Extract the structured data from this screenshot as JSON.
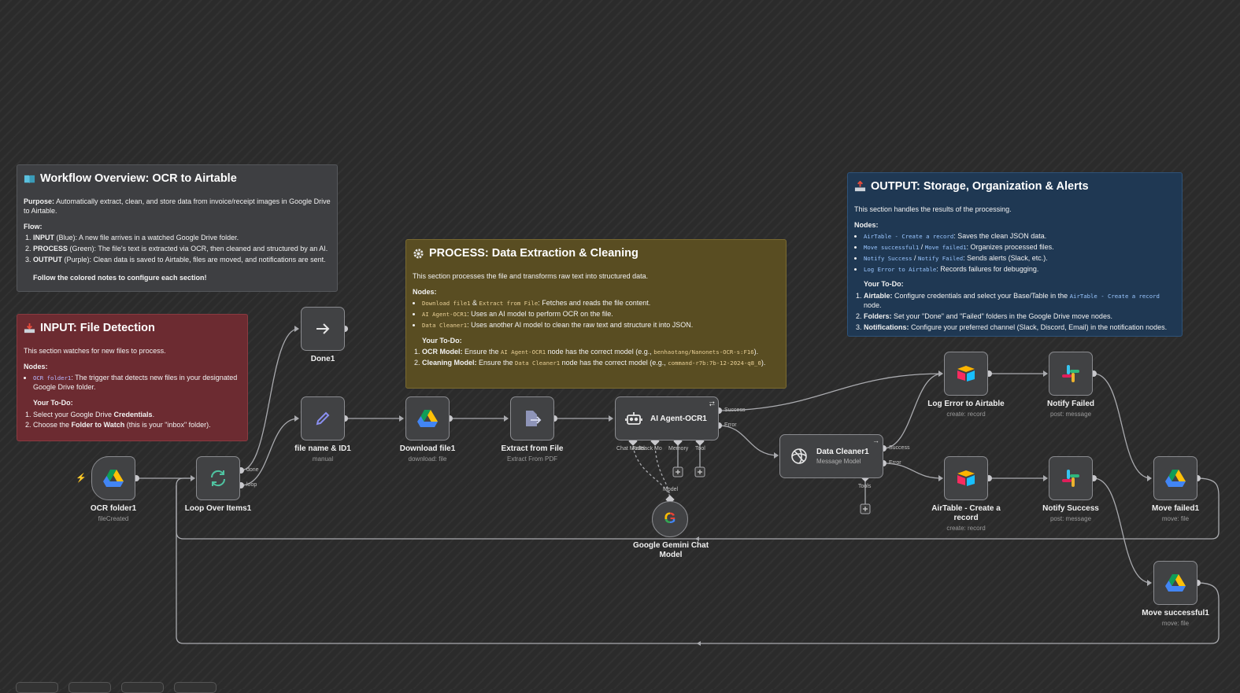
{
  "notes": {
    "overview": {
      "title": "Workflow Overview: OCR to Airtable",
      "purpose_label": "Purpose:",
      "purpose_text": " Automatically extract, clean, and store data from invoice/receipt images in Google Drive to Airtable.",
      "flow_label": "Flow:",
      "flow": [
        {
          "b": "INPUT",
          "t": " (Blue): A new file arrives in a watched Google Drive folder."
        },
        {
          "b": "PROCESS",
          "t": " (Green): The file's text is extracted via OCR, then cleaned and structured by an AI."
        },
        {
          "b": "OUTPUT",
          "t": " (Purple): Clean data is saved to Airtable, files are moved, and notifications are sent."
        }
      ],
      "footer": "Follow the colored notes to configure each section!"
    },
    "input": {
      "title": "INPUT: File Detection",
      "intro": "This section watches for new files to process.",
      "nodes_label": "Nodes:",
      "node_code": "OCR folder1",
      "node_text": ": The trigger that detects new files in your designated Google Drive folder.",
      "todo_label": "Your To-Do:",
      "todo1_a": "Select your Google Drive ",
      "todo1_b": "Credentials",
      "todo1_c": ".",
      "todo2_a": "Choose the ",
      "todo2_b": "Folder to Watch",
      "todo2_c": " (this is your \"inbox\" folder)."
    },
    "process": {
      "title": "PROCESS: Data Extraction & Cleaning",
      "intro": "This section processes the file and transforms raw text into structured data.",
      "nodes_label": "Nodes:",
      "n1_code_a": "Download file1",
      "n1_amp": " & ",
      "n1_code_b": "Extract from File",
      "n1_text": ": Fetches and reads the file content.",
      "n2_code": "AI Agent-OCR1",
      "n2_text": ": Uses an AI model to perform OCR on the file.",
      "n3_code": "Data Cleaner1",
      "n3_text": ": Uses another AI model to clean the raw text and structure it into JSON.",
      "todo_label": "Your To-Do:",
      "t1_b": "OCR Model:",
      "t1_a": " Ensure the ",
      "t1_code": "AI Agent-OCR1",
      "t1_mid": " node has the correct model (e.g., ",
      "t1_code2": "benhaotang/Nanonets-OCR-s:F16",
      "t1_end": ").",
      "t2_b": "Cleaning Model:",
      "t2_a": " Ensure the ",
      "t2_code": "Data Cleaner1",
      "t2_mid": " node has the correct model (e.g., ",
      "t2_code2": "command-r7b:7b-12-2024-q8_0",
      "t2_end": ")."
    },
    "output": {
      "title": "OUTPUT: Storage, Organization & Alerts",
      "intro": "This section handles the results of the processing.",
      "nodes_label": "Nodes:",
      "n1_code": "AirTable - Create a record",
      "n1_text": ": Saves the clean JSON data.",
      "n2_code_a": "Move successful1",
      "n2_sep": " / ",
      "n2_code_b": "Move failed1",
      "n2_text": ": Organizes processed files.",
      "n3_code_a": "Notify Success",
      "n3_sep": " / ",
      "n3_code_b": "Notify Failed",
      "n3_text": ": Sends alerts (Slack, etc.).",
      "n4_code": "Log Error to Airtable",
      "n4_text": ": Records failures for debugging.",
      "todo_label": "Your To-Do:",
      "t1_b": "Airtable:",
      "t1_a": " Configure credentials and select your Base/Table in the ",
      "t1_code": "AirTable - Create a record",
      "t1_end": " node.",
      "t2_b": "Folders:",
      "t2_a": " Set your \"Done\" and \"Failed\" folders in the Google Drive move nodes.",
      "t3_b": "Notifications:",
      "t3_a": " Configure your preferred channel (Slack, Discord, Email) in the notification nodes."
    }
  },
  "nodes": {
    "ocr_folder": {
      "title": "OCR folder1",
      "sub": "fileCreated",
      "icon": "google-drive-icon"
    },
    "loop": {
      "title": "Loop Over Items1",
      "sub": "",
      "port_done": "done",
      "port_loop": "loop",
      "icon": "loop-icon"
    },
    "done": {
      "title": "Done1",
      "sub": "",
      "icon": "arrow-right-icon"
    },
    "file_name": {
      "title": "file name & ID1",
      "sub": "manual",
      "icon": "pencil-icon"
    },
    "download": {
      "title": "Download file1",
      "sub": "download: file",
      "icon": "google-drive-icon"
    },
    "extract": {
      "title": "Extract from File",
      "sub": "Extract From PDF",
      "icon": "file-extract-icon"
    },
    "agent": {
      "title": "AI Agent-OCR1",
      "port_success": "Success",
      "port_error": "Error",
      "port_chat": "Chat Model",
      "port_fallback": "Fallback Mo",
      "port_memory": "Memory",
      "port_tool": "Tool",
      "icon": "robot-icon"
    },
    "gemini": {
      "title": "Google Gemini Chat Model",
      "port_model": "Model",
      "icon": "google-icon"
    },
    "cleaner": {
      "title": "Data Cleaner1",
      "sub": "Message Model",
      "port_success": "Success",
      "port_error": "Error",
      "port_tools": "Tools",
      "icon": "openai-icon"
    },
    "log_error": {
      "title": "Log Error to Airtable",
      "sub": "create: record",
      "icon": "airtable-icon"
    },
    "notify_failed": {
      "title": "Notify Failed",
      "sub": "post: message",
      "icon": "slack-icon"
    },
    "airtable_create": {
      "title": "AirTable - Create a record",
      "sub": "create: record",
      "icon": "airtable-icon"
    },
    "notify_success": {
      "title": "Notify Success",
      "sub": "post: message",
      "icon": "slack-icon"
    },
    "move_failed": {
      "title": "Move failed1",
      "sub": "move: file",
      "icon": "google-drive-icon"
    },
    "move_success": {
      "title": "Move successful1",
      "sub": "move: file",
      "icon": "google-drive-icon"
    }
  },
  "colors": {
    "canvas": "#2b2b2b",
    "note_overview": "#3e3f42",
    "note_input": "#6c2b31",
    "note_process": "#594d22",
    "note_output": "#1f3853",
    "edge": "#a9aaae",
    "trigger_bolt": "#ff5a5a",
    "loop_icon": "#4fc3a1",
    "pencil_icon": "#8a8ff0"
  }
}
